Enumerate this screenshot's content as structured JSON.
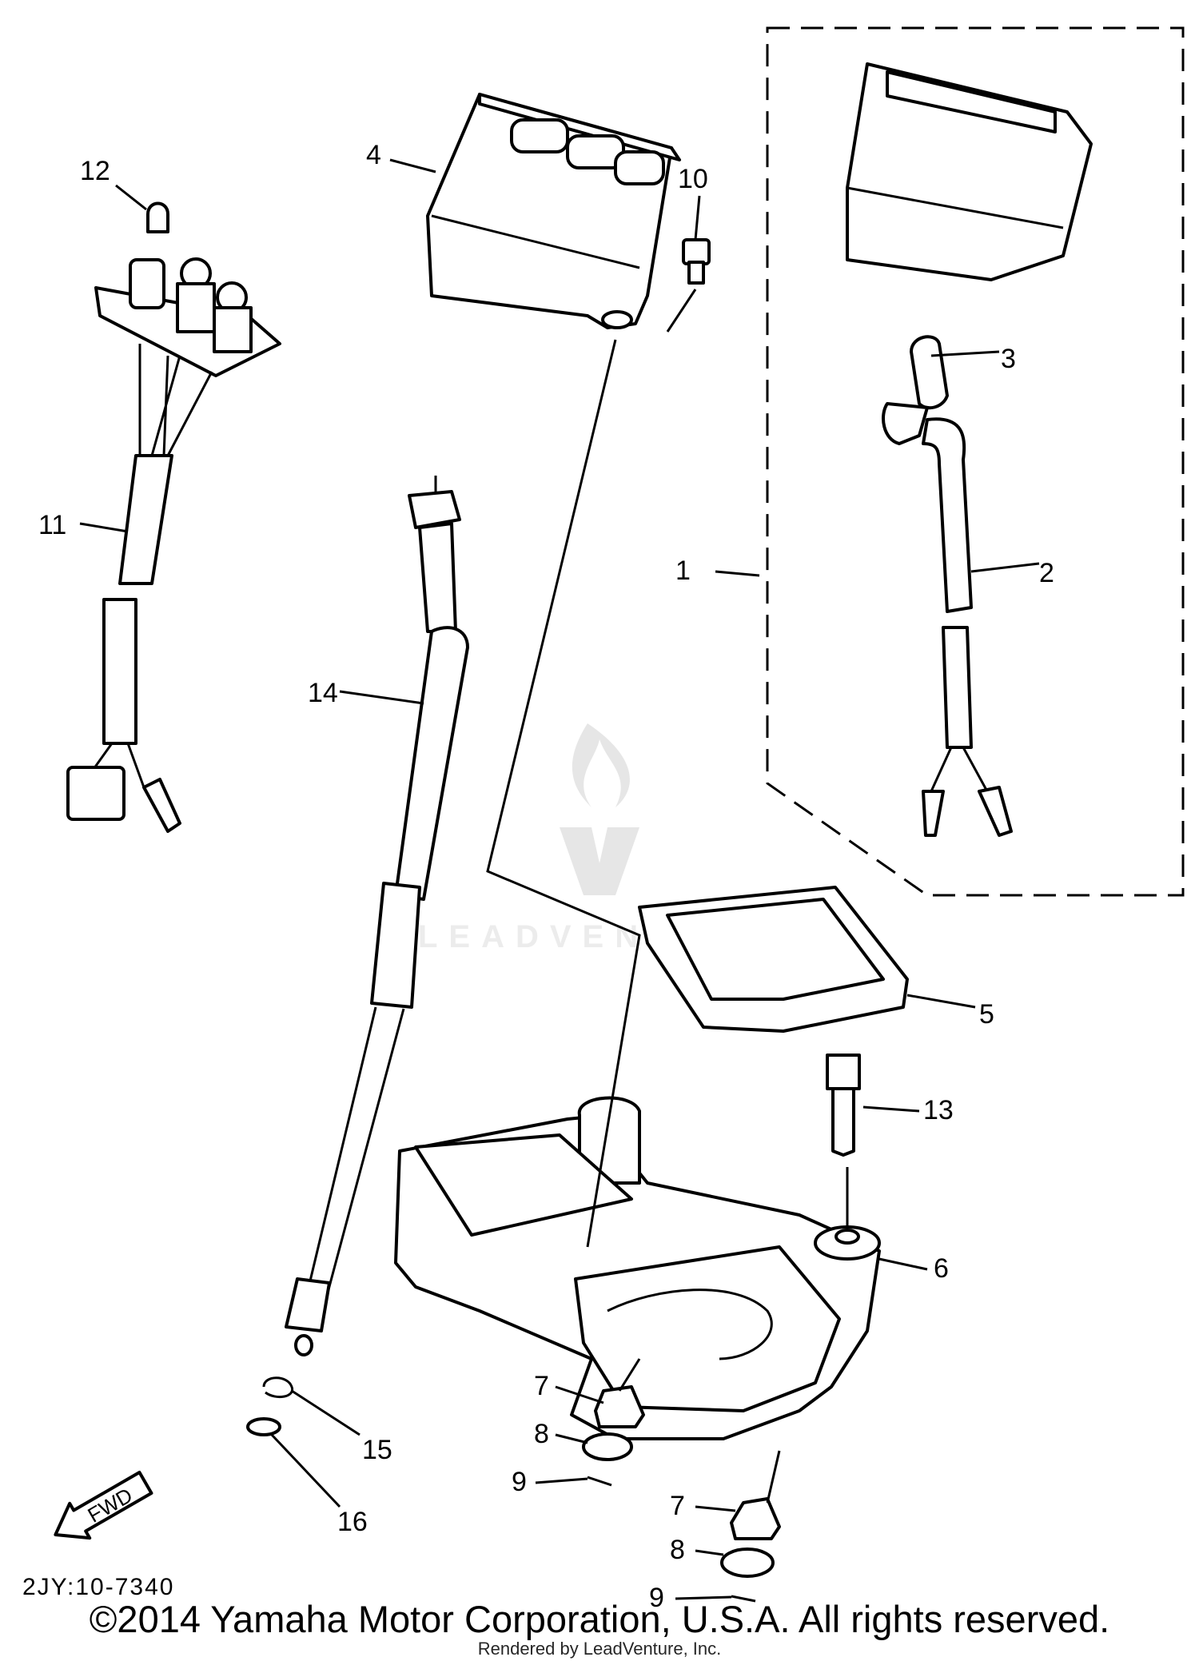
{
  "diagram": {
    "part_numbers": [
      "1",
      "2",
      "3",
      "4",
      "5",
      "6",
      "7",
      "8",
      "9",
      "10",
      "11",
      "12",
      "13",
      "14",
      "15",
      "16"
    ],
    "callouts": {
      "n1": "1",
      "n2": "2",
      "n3": "3",
      "n4": "4",
      "n5": "5",
      "n6": "6",
      "n7a": "7",
      "n7b": "7",
      "n8a": "8",
      "n8b": "8",
      "n9a": "9",
      "n9b": "9",
      "n10": "10",
      "n11": "11",
      "n12": "12",
      "n13": "13",
      "n14": "14",
      "n15": "15",
      "n16": "16"
    },
    "fwd_label": "FWD",
    "drawing_code": "2JY:10-7340",
    "watermark": "LEADVENTURE"
  },
  "footer": {
    "copyright": "©2014 Yamaha Motor Corporation, U.S.A. All rights reserved.",
    "rendered_by": "Rendered by LeadVenture, Inc."
  }
}
